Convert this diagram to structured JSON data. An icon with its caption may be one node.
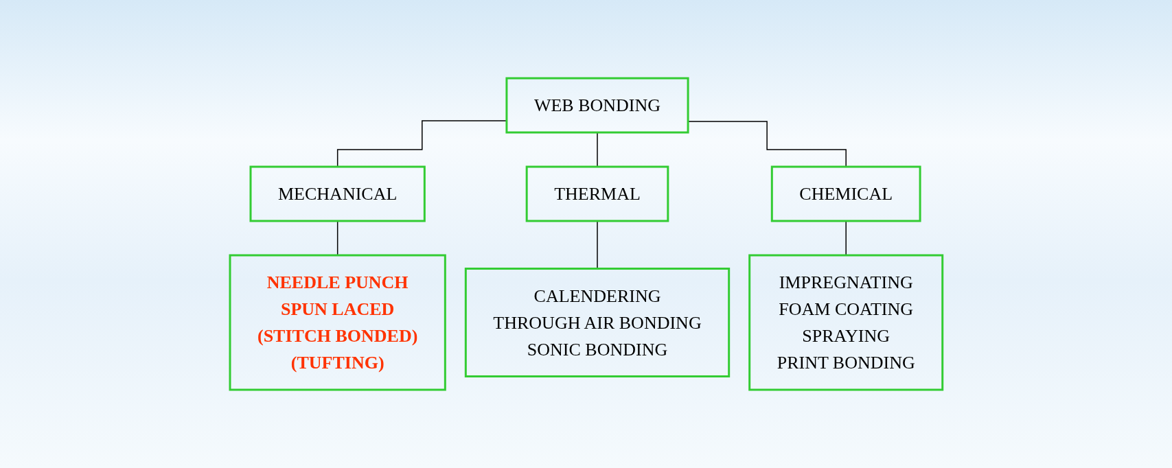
{
  "diagram": {
    "nodes": [
      {
        "text": [
          "WEB BONDING"
        ]
      },
      {
        "text": [
          "MECHANICAL"
        ]
      },
      {
        "text": [
          "THERMAL"
        ]
      },
      {
        "text": [
          "CHEMICAL"
        ]
      },
      {
        "text": [
          "NEEDLE PUNCH",
          "SPUN LACED",
          "(STITCH BONDED)",
          "(TUFTING)"
        ]
      },
      {
        "text": [
          "CALENDERING",
          "THROUGH AIR BONDING",
          "SONIC BONDING"
        ]
      },
      {
        "text": [
          "IMPREGNATING",
          "FOAM COATING",
          "SPRAYING",
          "PRINT BONDING"
        ]
      }
    ],
    "edges": [
      {
        "from": 0,
        "to": 1,
        "arrow": "none"
      },
      {
        "from": 0,
        "to": 2,
        "arrow": "none"
      },
      {
        "from": 0,
        "to": 3,
        "arrow": "none"
      },
      {
        "from": 1,
        "to": 4,
        "arrow": "none"
      },
      {
        "from": 2,
        "to": 5,
        "arrow": "none"
      },
      {
        "from": 3,
        "to": 6,
        "arrow": "none"
      }
    ]
  }
}
